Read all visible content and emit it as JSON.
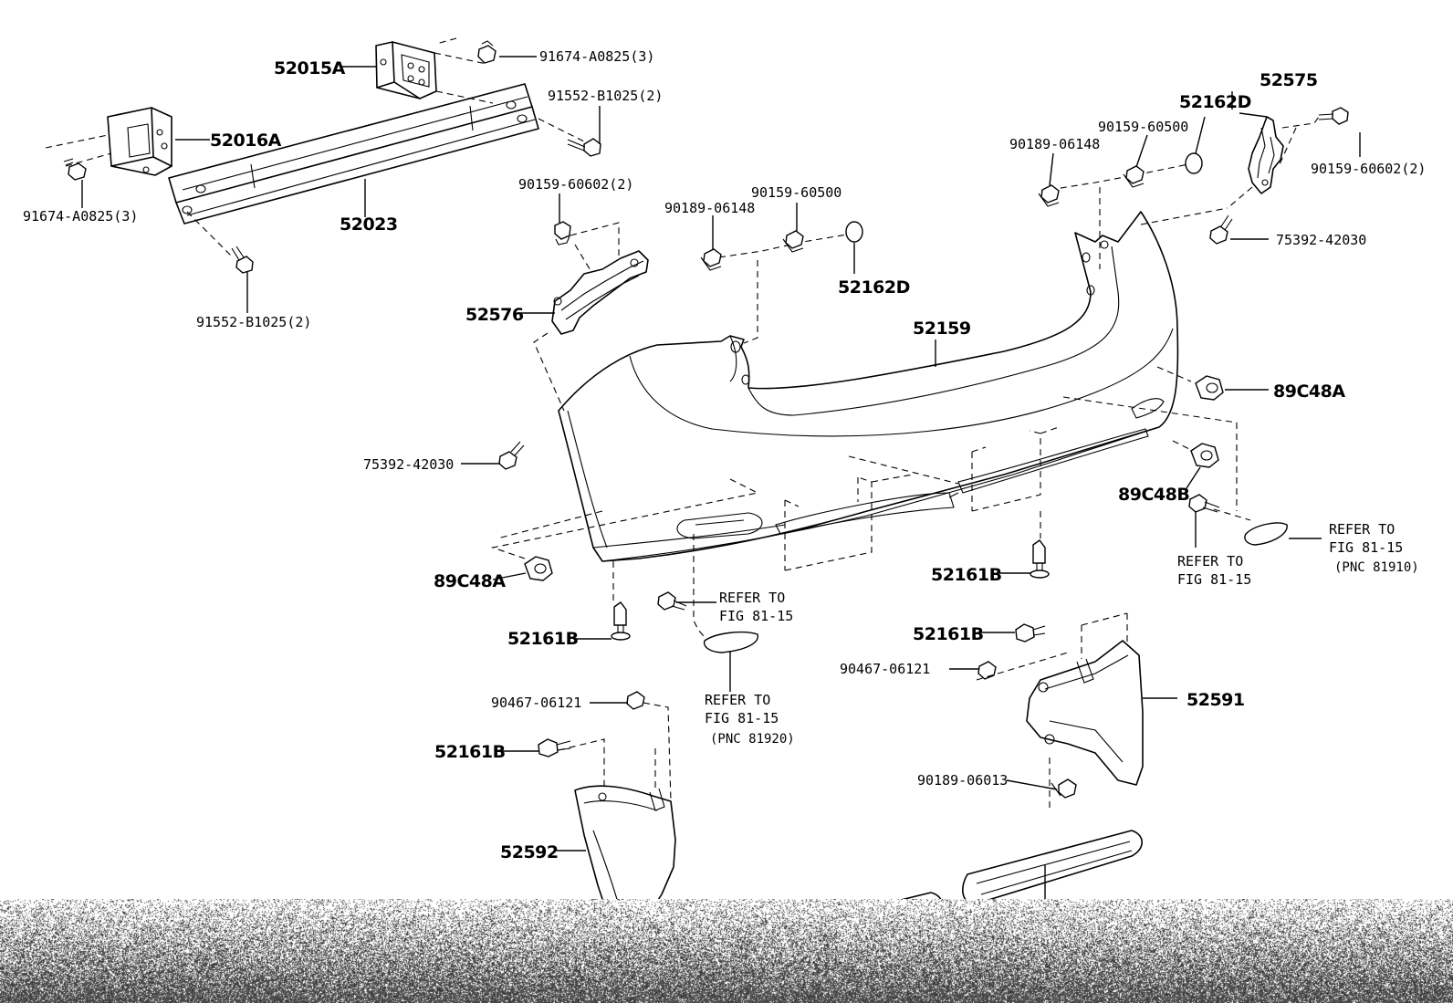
{
  "labels": {
    "p52015A": "52015A",
    "p91674_top": "91674-A0825(3)",
    "p91552_top": "91552-B1025(2)",
    "p52016A": "52016A",
    "p91674_left": "91674-A0825(3)",
    "p52023": "52023",
    "p91552_left": "91552-B1025(2)",
    "p90159_60602_left": "90159-60602(2)",
    "p52576": "52576",
    "p90189_06148_mid": "90189-06148",
    "p90159_60500_mid": "90159-60500",
    "p52162D_mid": "52162D",
    "p75392_left": "75392-42030",
    "p52159": "52159",
    "p89C48A_left": "89C48A",
    "p52161B_left": "52161B",
    "refer_mid_1": "REFER TO",
    "refer_mid_2": "FIG 81-15",
    "refer_bot_1": "REFER TO",
    "refer_bot_2": "FIG 81-15",
    "refer_bot_3": "(PNC 81920)",
    "p90467_left": "90467-06121",
    "p52161B_left2": "52161B",
    "p52592": "52592",
    "p52162D_right": "52162D",
    "p90159_60500_right": "90159-60500",
    "p90189_06148_right": "90189-06148",
    "p52575": "52575",
    "p90159_60602_right": "90159-60602(2)",
    "p75392_right": "75392-42030",
    "p89C48A_right": "89C48A",
    "p89C48B": "89C48B",
    "refer_r1_1": "REFER TO",
    "refer_r1_2": "FIG 81-15",
    "refer_r2_1": "REFER TO",
    "refer_r2_2": "FIG 81-15",
    "refer_r2_3": "(PNC 81910)",
    "p52161B_center": "52161B",
    "p52161B_right": "52161B",
    "p90467_right": "90467-06121",
    "p52591": "52591",
    "p90189_06013": "90189-06013"
  }
}
